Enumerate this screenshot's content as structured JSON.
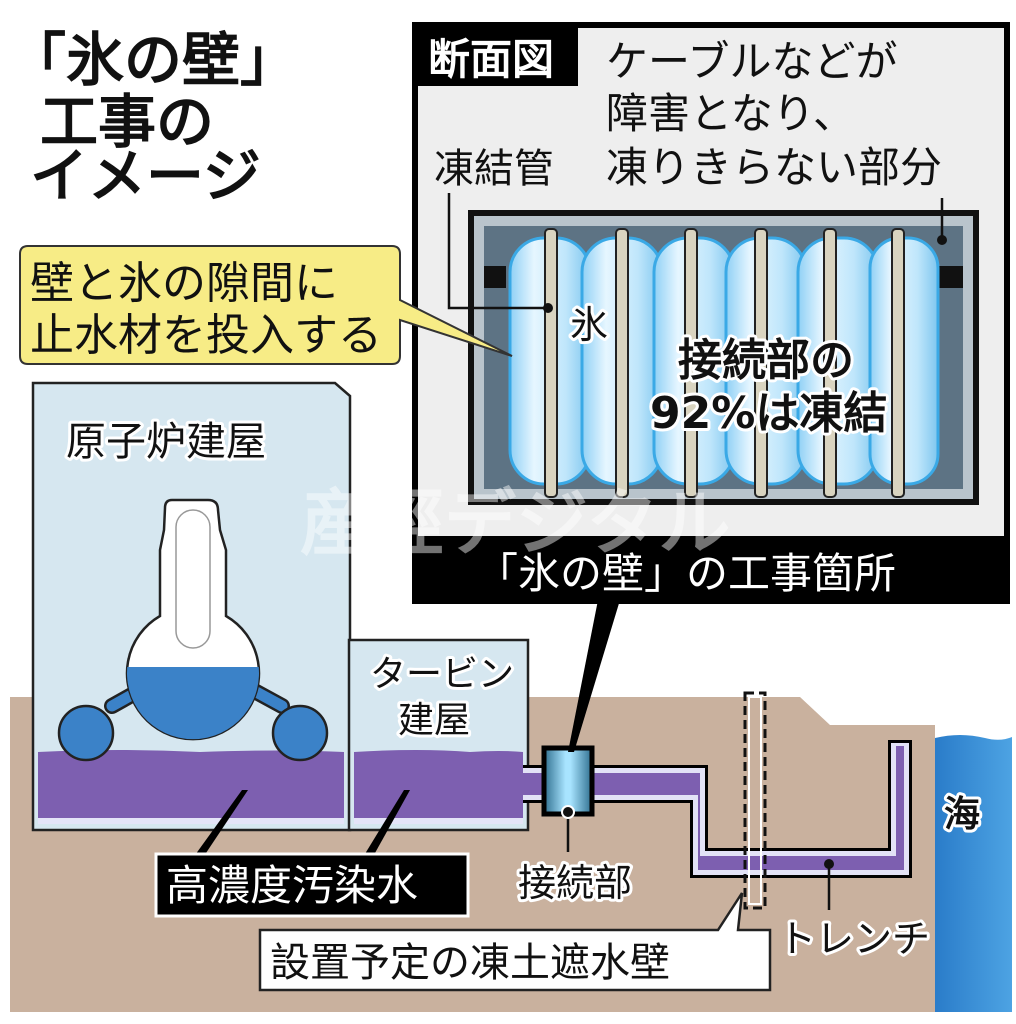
{
  "title": {
    "line1": "「氷の壁」",
    "line2": "工事の",
    "line3": "イメージ"
  },
  "callout_yellow": {
    "line1": "壁と氷の隙間に",
    "line2": "止水材を投入する"
  },
  "cross_section": {
    "header": "断面図",
    "cable_note": {
      "line1": "ケーブルなどが",
      "line2": "障害となり、",
      "line3": "凍りきらない部分"
    },
    "pipe_label": "凍結管",
    "ice_label": "氷",
    "frozen_note": {
      "line1": "接続部の",
      "line2": "92%は凍結"
    },
    "footer": "「氷の壁」の工事箇所"
  },
  "site": {
    "reactor_building": "原子炉建屋",
    "turbine_building": {
      "line1": "タービン",
      "line2": "建屋"
    },
    "contaminated_water": "高濃度汚染水",
    "connection": "接続部",
    "trench": "トレンチ",
    "sea": "海",
    "planned_wall": "設置予定の凍土遮水壁"
  },
  "watermark": "産經デジタル",
  "colors": {
    "ground": "#c9b19e",
    "building": "#d6e7f0",
    "contaminated_water": "#7d5fb0",
    "reactor_water": "#3b82c8",
    "sea": "#3d8fd8",
    "panel_bg": "#eeeeee",
    "inner_wall": "#5d7384",
    "ice": "#bfe6fb",
    "callout": "#f7ec86"
  }
}
